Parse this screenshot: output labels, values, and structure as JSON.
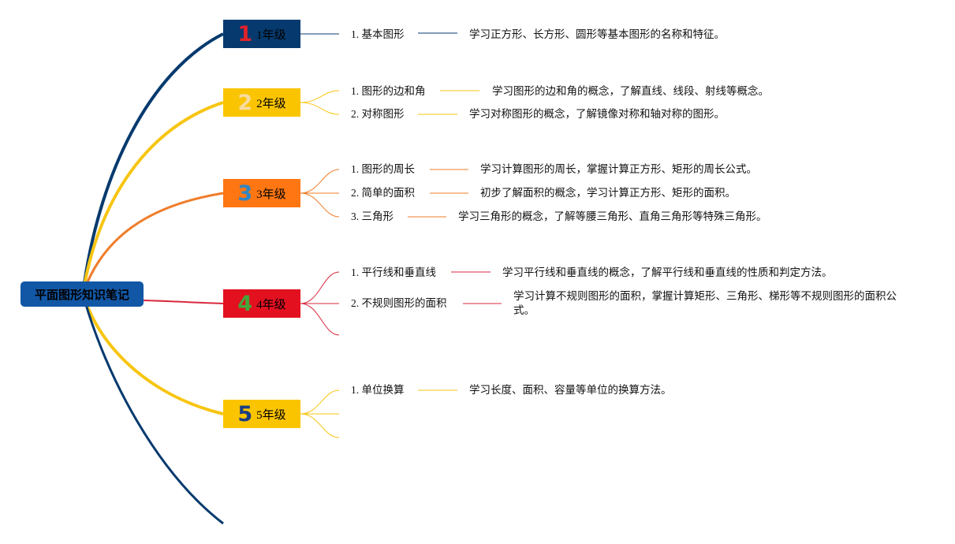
{
  "root": {
    "label": "平面图形知识笔记",
    "color": "#1157a6"
  },
  "grades": [
    {
      "num": "1",
      "label": "1年级",
      "box_color": "#063a6e",
      "num_color": "#e0222b",
      "line_color": "#063a6e",
      "topics": [
        {
          "label": "1. 基本图形",
          "desc": "学习正方形、长方形、圆形等基本图形的名称和特征。"
        }
      ]
    },
    {
      "num": "2",
      "label": "2年级",
      "box_color": "#fbc400",
      "num_color": "#f6dca0",
      "line_color": "#f7c512",
      "topics": [
        {
          "label": "1. 图形的边和角",
          "desc": "学习图形的边和角的概念，了解直线、线段、射线等概念。"
        },
        {
          "label": "2. 对称图形",
          "desc": "学习对称图形的概念，了解镜像对称和轴对称的图形。"
        }
      ]
    },
    {
      "num": "3",
      "label": "3年级",
      "box_color": "#ff7612",
      "num_color": "#2f86c2",
      "line_color": "#f07d2a",
      "topics": [
        {
          "label": "1. 图形的周长",
          "desc": "学习计算图形的周长，掌握计算正方形、矩形的周长公式。"
        },
        {
          "label": "2. 简单的面积",
          "desc": "初步了解面积的概念，学习计算正方形、矩形的面积。"
        },
        {
          "label": "3. 三角形",
          "desc": "学习三角形的概念，了解等腰三角形、直角三角形等特殊三角形。"
        }
      ]
    },
    {
      "num": "4",
      "label": "4年级",
      "box_color": "#e3101f",
      "num_color": "#42a83a",
      "line_color": "#d8283d",
      "topics": [
        {
          "label": "1. 平行线和垂直线",
          "desc": "学习平行线和垂直线的概念，了解平行线和垂直线的性质和判定方法。"
        },
        {
          "label": "2. 不规则图形的面积",
          "desc": "学习计算不规则图形的面积，掌握计算矩形、三角形、梯形等不规则图形的面积公式。"
        }
      ]
    },
    {
      "num": "5",
      "label": "5年级",
      "box_color": "#fbc400",
      "num_color": "#1b3d80",
      "line_color": "#f7c512",
      "topics": [
        {
          "label": "1. 单位换算",
          "desc": "学习长度、面积、容量等单位的换算方法。"
        }
      ]
    }
  ]
}
